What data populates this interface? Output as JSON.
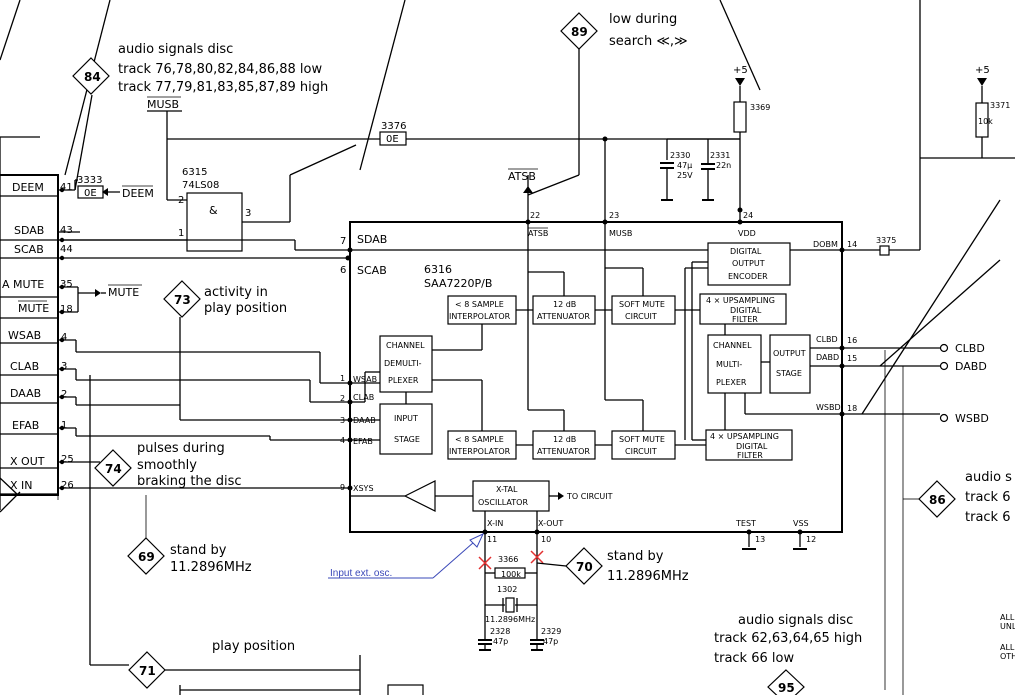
{
  "notes": {
    "n84_line1": "audio signals disc",
    "n84_line2": "track 76,78,80,82,84,86,88 low",
    "n84_line3": "track 77,79,81,83,85,87,89 high",
    "n89_line1": "low during",
    "n89_line2": "search ≪,≫",
    "n73_line1": "activity in",
    "n73_line2": "play position",
    "n74_line1": "pulses during",
    "n74_line2": "smoothly",
    "n74_line3": "braking the disc",
    "n69_line1": "stand by",
    "n69_line2": "11.2896MHz",
    "n70_line1": "stand by",
    "n70_line2": "11.2896MHz",
    "n71": "play position",
    "n95_line1": "audio signals disc",
    "n95_line2": "track 62,63,64,65 high",
    "n95_line3": "track 66 low",
    "n86_line1": "audio s",
    "n86_line2": "track 6",
    "n86_line3": "track 6",
    "corner_1": "ALL",
    "corner_2": "UNL",
    "corner_3": "ALL",
    "corner_4": "OTH",
    "to_circuit": "TO CIRCUIT",
    "annotation": "Input ext. osc."
  },
  "testpoints": {
    "tp84": "84",
    "tp89": "89",
    "tp73": "73",
    "tp74": "74",
    "tp69": "69",
    "tp70": "70",
    "tp71": "71",
    "tp95": "95",
    "tp86": "86"
  },
  "signals": {
    "musb": "MUSB",
    "atsb": "ATSB",
    "deem": "DEEM",
    "mute": "MUTE",
    "plus5a": "+5",
    "plus5b": "+5"
  },
  "left_connector": {
    "deem": "DEEM",
    "deem_pin": "41",
    "sdab": "SDAB",
    "sdab_pin": "43",
    "scab": "SCAB",
    "scab_pin": "44",
    "amute": "A MUTE",
    "amute_pin": "35",
    "mute": "MUTE",
    "mute_pin": "18",
    "wsab": "WSAB",
    "wsab_pin": "4",
    "clab": "CLAB",
    "clab_pin": "3",
    "daab": "DAAB",
    "daab_pin": "2",
    "efab": "EFAB",
    "efab_pin": "1",
    "xout": "X OUT",
    "xout_pin": "25",
    "xin": "X IN",
    "xin_pin": "26"
  },
  "components": {
    "r3333": "3333",
    "r3333_val": "0E",
    "r3376": "3376",
    "r3376_val": "0E",
    "gate_ref": "6315",
    "gate_type": "74LS08",
    "gate_sym": "&",
    "gate_pin1": "1",
    "gate_pin2": "2",
    "gate_pin3": "3",
    "r3369": "3369",
    "c2330": "2330",
    "c2330_v1": "47μ",
    "c2330_v2": "25V",
    "c2331": "2331",
    "c2331_val": "22n",
    "r3371": "3371",
    "r3371_val": "10k",
    "r3375": "3375",
    "r3366": "3366",
    "r3366_val": "100k",
    "x1302": "1302",
    "x1302_val": "11.2896MHz",
    "c2328": "2328",
    "c2328_val": "47p",
    "c2329": "2329",
    "c2329_val": "47p"
  },
  "ic": {
    "ref": "6316",
    "part": "SAA7220P/B",
    "sdab": "SDAB",
    "scab": "SCAB",
    "pin7": "7",
    "pin6": "6",
    "pin22": "22",
    "pin23": "23",
    "pin24": "24",
    "atsb": "ATSB",
    "musb": "MUSB",
    "vdd": "VDD",
    "wsab": "WSAB",
    "clab": "CLAB",
    "daab": "DAAB",
    "efab": "EFAB",
    "pin1": "1",
    "pin2": "2",
    "pin3": "3",
    "pin4": "4",
    "xsys": "XSYS",
    "pin9": "9",
    "xin": "X-IN",
    "xout": "X-OUT",
    "pin11": "11",
    "pin10": "10",
    "test": "TEST",
    "vss": "VSS",
    "pin13": "13",
    "pin12": "12",
    "dobm": "DOBM",
    "pin14": "14",
    "clbd": "CLBD",
    "pin16": "16",
    "dabd": "DABD",
    "pin15": "15",
    "wsbd": "WSBD",
    "pin18": "18"
  },
  "blocks": {
    "demux_1": "CHANNEL",
    "demux_2": "DEMULTI-",
    "demux_3": "PLEXER",
    "input_1": "INPUT",
    "input_2": "STAGE",
    "interp_1": "< 8 SAMPLE",
    "interp_2": "INTERPOLATOR",
    "atten_1": "12 dB",
    "atten_2": "ATTENUATOR",
    "softmute_1": "SOFT MUTE",
    "softmute_2": "CIRCUIT",
    "dig_1": "DIGITAL",
    "dig_2": "OUTPUT",
    "dig_3": "ENCODER",
    "ups_1": "4 × UPSAMPLING",
    "ups_2": "DIGITAL",
    "ups_3": "FILTER",
    "mux_1": "CHANNEL",
    "mux_2": "MULTI-",
    "mux_3": "PLEXER",
    "out_1": "OUTPUT",
    "out_2": "STAGE",
    "osc_1": "X-TAL",
    "osc_2": "OSCILLATOR"
  },
  "outputs": {
    "clbd": "CLBD",
    "dabd": "DABD",
    "wsbd": "WSBD"
  }
}
